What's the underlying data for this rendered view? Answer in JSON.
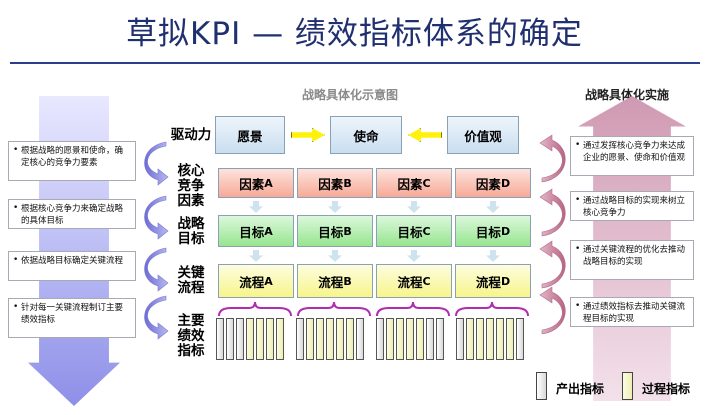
{
  "title": "草拟KPI — 绩效指标体系的确定",
  "diagram_caption": "战略具体化示意图",
  "implementation_caption": "战略具体化实施",
  "left_notes": [
    "根据战略的愿景和使命，确定核心的竞争力要素",
    "根据核心竞争力来确定战略的具体目标",
    "依据战略目标确定关键流程",
    "针对每一关键流程制订主要绩效指标"
  ],
  "right_notes": [
    "通过发挥核心竞争力来达成企业的愿景、使命和价值观",
    "通过战略目标的实现来树立核心竞争力",
    "通过关键流程的优化去推动战略目标的实现",
    "通过绩效指标去推动关键流程目标的实现"
  ],
  "row_labels": {
    "driver": "驱动力",
    "core": "核心\n竞争\n因素",
    "strategy": "战略\n目标",
    "process": "关键\n流程",
    "kpi": "主要\n绩效\n指标"
  },
  "top_boxes": [
    "愿景",
    "使命",
    "价值观"
  ],
  "factors": [
    {
      "base": "因素",
      "suffix": "A"
    },
    {
      "base": "因素",
      "suffix": "B"
    },
    {
      "base": "因素",
      "suffix": "C"
    },
    {
      "base": "因素",
      "suffix": "D"
    }
  ],
  "goals": [
    {
      "base": "目标",
      "suffix": "A"
    },
    {
      "base": "目标",
      "suffix": "B"
    },
    {
      "base": "目标",
      "suffix": "C"
    },
    {
      "base": "目标",
      "suffix": "D"
    }
  ],
  "processes": [
    {
      "base": "流程",
      "suffix": "A"
    },
    {
      "base": "流程",
      "suffix": "B"
    },
    {
      "base": "流程",
      "suffix": "C"
    },
    {
      "base": "流程",
      "suffix": "D"
    }
  ],
  "legend": {
    "output": "产出指标",
    "process": "过程指标"
  },
  "colors": {
    "title": "#1f2f6f",
    "factor": "#f7a996",
    "goal": "#96e58f",
    "process": "#f7f58a",
    "arrow": "#fff10a"
  }
}
